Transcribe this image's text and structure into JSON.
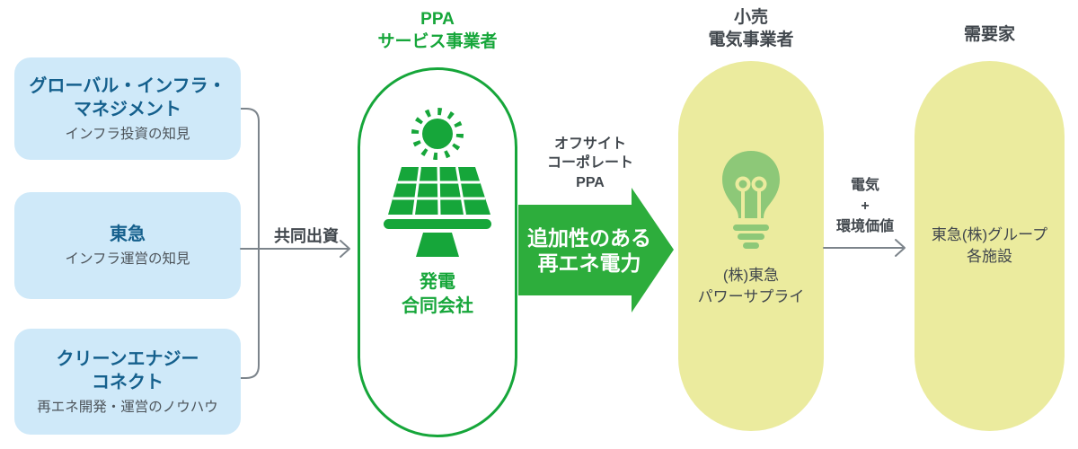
{
  "colors": {
    "green": "#16a63a",
    "arrow_green": "#2dad3c",
    "light_blue": "#cfe9f9",
    "title_blue": "#15608d",
    "subtitle_gray": "#4d545a",
    "yellow": "#ebeb9e",
    "bulb_green": "#8dc878",
    "connector_gray": "#7c848b",
    "text_dark": "#41474d"
  },
  "investors": [
    {
      "title": "グローバル・インフラ・\nマネジメント",
      "subtitle": "インフラ投資の知見"
    },
    {
      "title": "東急",
      "subtitle": "インフラ運営の知見"
    },
    {
      "title": "クリーンエナジー\nコネクト",
      "subtitle": "再エネ開発・運営のノウハウ"
    }
  ],
  "joint_investment_label": "共同出資",
  "ppa_provider": {
    "header": "PPA\nサービス事業者",
    "name": "発電\n合同会社",
    "icon": "solar-panel-icon"
  },
  "offsite_label": "オフサイト\nコーポレート\nPPA",
  "power_arrow_label": "追加性のある\n再エネ電力",
  "retailer": {
    "header": "小売\n電気事業者",
    "name": "(株)東急\nパワーサプライ",
    "icon": "lightbulb-icon"
  },
  "electricity_label": "電気\n+\n環境価値",
  "consumer": {
    "header": "需要家",
    "name": "東急(株)グループ\n各施設"
  }
}
